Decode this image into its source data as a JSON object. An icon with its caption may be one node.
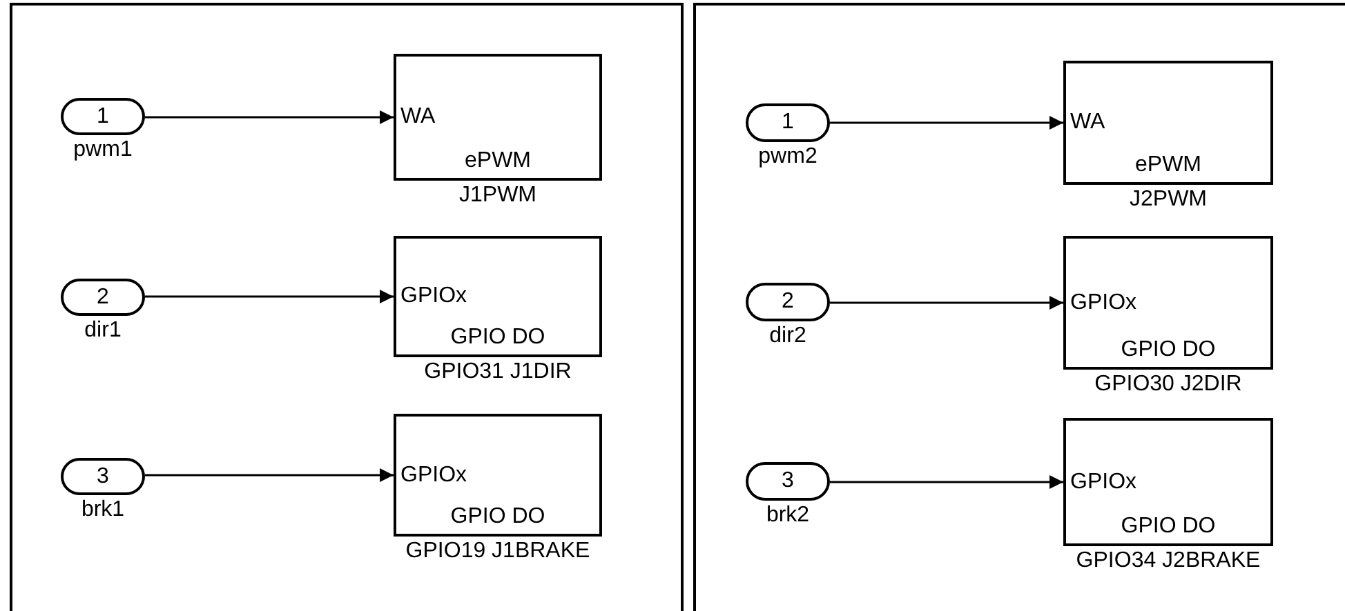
{
  "diagram": {
    "nodes": [
      {
        "text": [
          "1"
        ],
        "beside": [
          "pwm1"
        ]
      },
      {
        "text": [
          "WA",
          "ePWM"
        ],
        "beside": [
          "J1PWM"
        ]
      },
      {
        "text": [
          "2"
        ],
        "beside": [
          "dir1"
        ]
      },
      {
        "text": [
          "GPIOx",
          "GPIO DO"
        ],
        "beside": [
          "GPIO31 J1DIR"
        ]
      },
      {
        "text": [
          "3"
        ],
        "beside": [
          "brk1"
        ]
      },
      {
        "text": [
          "GPIOx",
          "GPIO DO"
        ],
        "beside": [
          "GPIO19 J1BRAKE"
        ]
      },
      {
        "text": [
          "1"
        ],
        "beside": [
          "pwm2"
        ]
      },
      {
        "text": [
          "WA",
          "ePWM"
        ],
        "beside": [
          "J2PWM"
        ]
      },
      {
        "text": [
          "2"
        ],
        "beside": [
          "dir2"
        ]
      },
      {
        "text": [
          "GPIOx",
          "GPIO DO"
        ],
        "beside": [
          "GPIO30 J2DIR"
        ]
      },
      {
        "text": [
          "3"
        ],
        "beside": [
          "brk2"
        ]
      },
      {
        "text": [
          "GPIOx",
          "GPIO DO"
        ],
        "beside": [
          "GPIO34 J2BRAKE"
        ]
      }
    ],
    "edges": [
      {
        "from": 0,
        "to": 1,
        "arrow": "to"
      },
      {
        "from": 2,
        "to": 3,
        "arrow": "to"
      },
      {
        "from": 4,
        "to": 5,
        "arrow": "to"
      },
      {
        "from": 6,
        "to": 7,
        "arrow": "to"
      },
      {
        "from": 8,
        "to": 9,
        "arrow": "to"
      },
      {
        "from": 10,
        "to": 11,
        "arrow": "to"
      }
    ]
  }
}
